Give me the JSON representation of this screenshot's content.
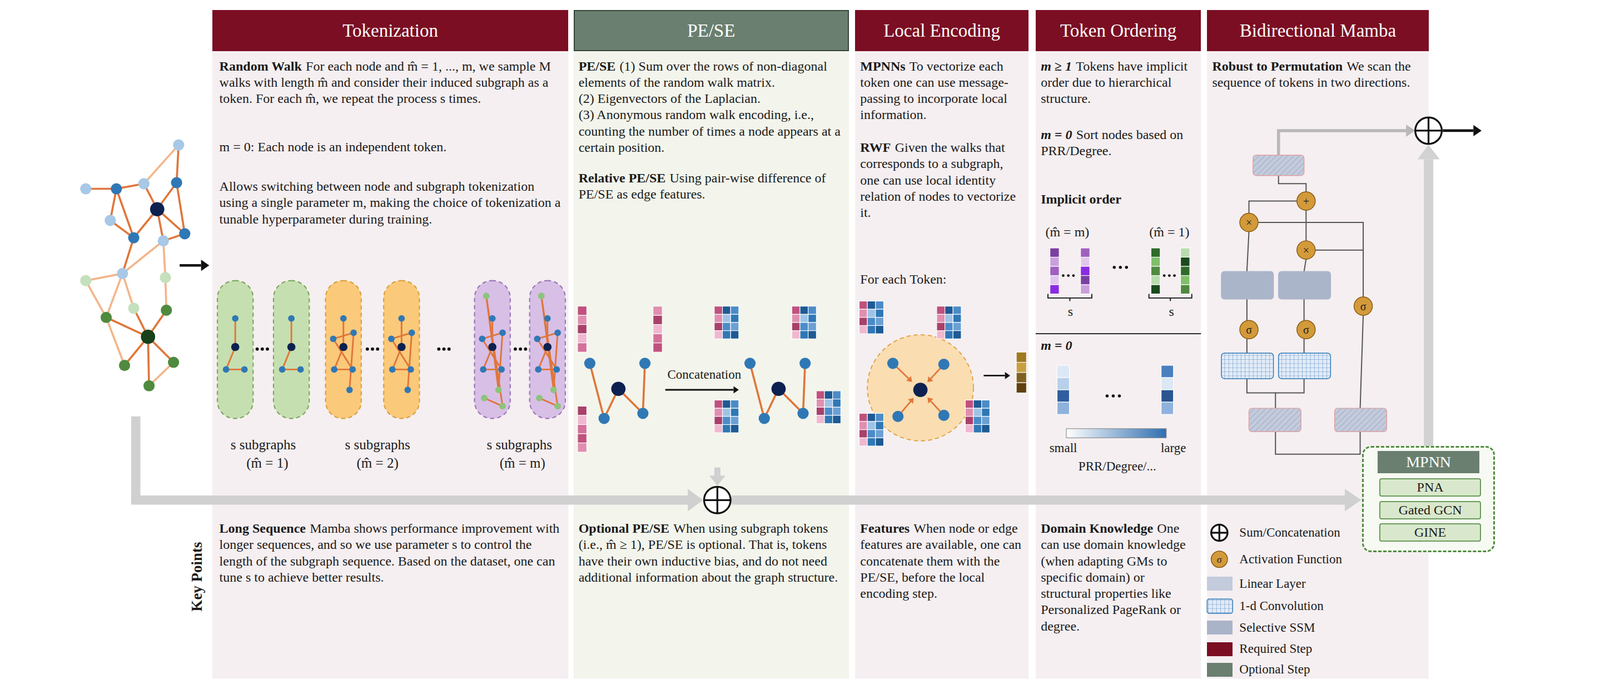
{
  "diagram": {
    "nodes": [
      {
        "text": [
          "Tokenization",
          "Random Walk",
          "For each node and m̂ = 1, ..., m, we sample M walks with length m̂ and consider their induced subgraph as a token. For each m̂, we repeat the process s times.",
          "m = 0: Each node is an independent token.",
          "Allows switching between node and subgraph tokenization using a single parameter m, making the choice of tokenization a tunable hyperparameter during training.",
          "Long Sequence",
          "Mamba shows performance improvement with longer sequences, and so we use parameter s to control the length of the subgraph sequence. Based on the dataset, one can tune s to achieve better results."
        ]
      },
      {
        "text": [
          "PE/SE",
          "PE/SE",
          "(1) Sum over the rows of non-diagonal elements of the random walk matrix.",
          "(2) Eigenvectors of the Laplacian.",
          "(3) Anonymous random walk encoding, i.e., counting the number of times a node appears at a certain position.",
          "Relative PE/SE",
          "Using pair-wise difference of PE/SE as edge features.",
          "Optional PE/SE",
          "When using subgraph tokens (i.e., m̂ ≥ 1), PE/SE is optional. That is, tokens have their own inductive bias, and do not need additional information about the graph structure."
        ]
      },
      {
        "text": [
          "Local Encoding",
          "MPNNs",
          "To vectorize each token one can use message-passing to incorporate local information.",
          "RWF",
          "Given the walks that corresponds to a subgraph, one can use local identity relation of nodes to vectorize it.",
          "For each Token:",
          "Features",
          "When node or edge features are available, one can concatenate them with the PE/SE, before the local encoding step."
        ]
      },
      {
        "text": [
          "Token Ordering",
          "m ≥ 1",
          "Tokens have implicit order due to hierarchical structure.",
          "m = 0",
          "Sort nodes based on PRR/Degree.",
          "Domain Knowledge",
          "One can use domain knowledge (when adapting GMs to specific domain) or structural properties like Personalized PageRank or degree."
        ]
      },
      {
        "text": [
          "Bidirectional Mamba",
          "Robust to Permutation",
          "We scan the sequence of tokens in two directions."
        ]
      },
      {
        "text": [
          "MPNN"
        ]
      },
      {
        "text": [
          "PNA"
        ],
        "in": 5
      },
      {
        "text": [
          "Gated GCN"
        ],
        "in": 5
      },
      {
        "text": [
          "GINE"
        ],
        "in": 5
      }
    ],
    "edges": [
      {
        "from": 5,
        "to": 4,
        "arrow": "to"
      }
    ],
    "labels": [
      "s subgraphs",
      "(m̂ = 1)",
      "s subgraphs",
      "(m̂ = 2)",
      "s subgraphs",
      "(m̂ = m)",
      "Concatenation",
      "Implicit order",
      "(m̂ = m)",
      "(m̂ = 1)",
      "s",
      "s",
      "m = 0",
      "small",
      "large",
      "PRR/Degree/...",
      "Key Points",
      "×",
      "×",
      "+",
      "σ",
      "σ",
      "σ",
      "σ"
    ],
    "legend": [
      {
        "text": "Sum/Concatenation"
      },
      {
        "text": "Activation Function"
      },
      {
        "text": "Linear Layer",
        "color": "#c3cbdc"
      },
      {
        "text": "1-d Convolution"
      },
      {
        "text": "Selective SSM",
        "color": "#a9b4c8"
      },
      {
        "text": "Required Step",
        "color": "#7b0e22"
      },
      {
        "text": "Optional Step",
        "color": "#6a7f6f"
      }
    ]
  }
}
